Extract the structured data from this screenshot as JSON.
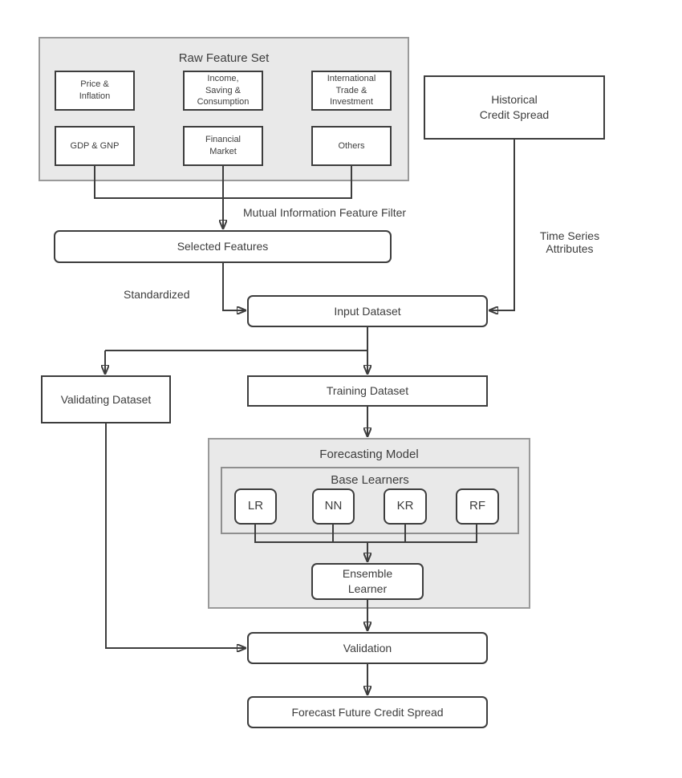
{
  "colors": {
    "container_fill": "#e9e9e9",
    "container_border": "#9a9a9a",
    "node_border": "#3d3d3d",
    "arrow": "#3d3d3d",
    "text": "#3d3d3d",
    "background": "#ffffff"
  },
  "diagram": {
    "raw_feature_set": {
      "title": "Raw Feature Set",
      "features": [
        "Price &\nInflation",
        "Income,\nSaving &\nConsumption",
        "International\nTrade &\nInvestment",
        "GDP & GNP",
        "Financial\nMarket",
        "Others"
      ]
    },
    "historical_credit_spread": "Historical\nCredit Spread",
    "labels": {
      "mutual_information": "Mutual Information Feature Filter",
      "standardized": "Standardized",
      "time_series_attributes": "Time Series\nAttributes"
    },
    "selected_features": "Selected Features",
    "input_dataset": "Input Dataset",
    "validating_dataset": "Validating Dataset",
    "training_dataset": "Training Dataset",
    "forecasting_model": {
      "title": "Forecasting Model",
      "base_learners": {
        "title": "Base Learners",
        "learners": [
          "LR",
          "NN",
          "KR",
          "RF"
        ]
      },
      "ensemble_learner": "Ensemble\nLearner"
    },
    "validation": "Validation",
    "forecast_future_credit_spread": "Forecast Future Credit Spread"
  }
}
